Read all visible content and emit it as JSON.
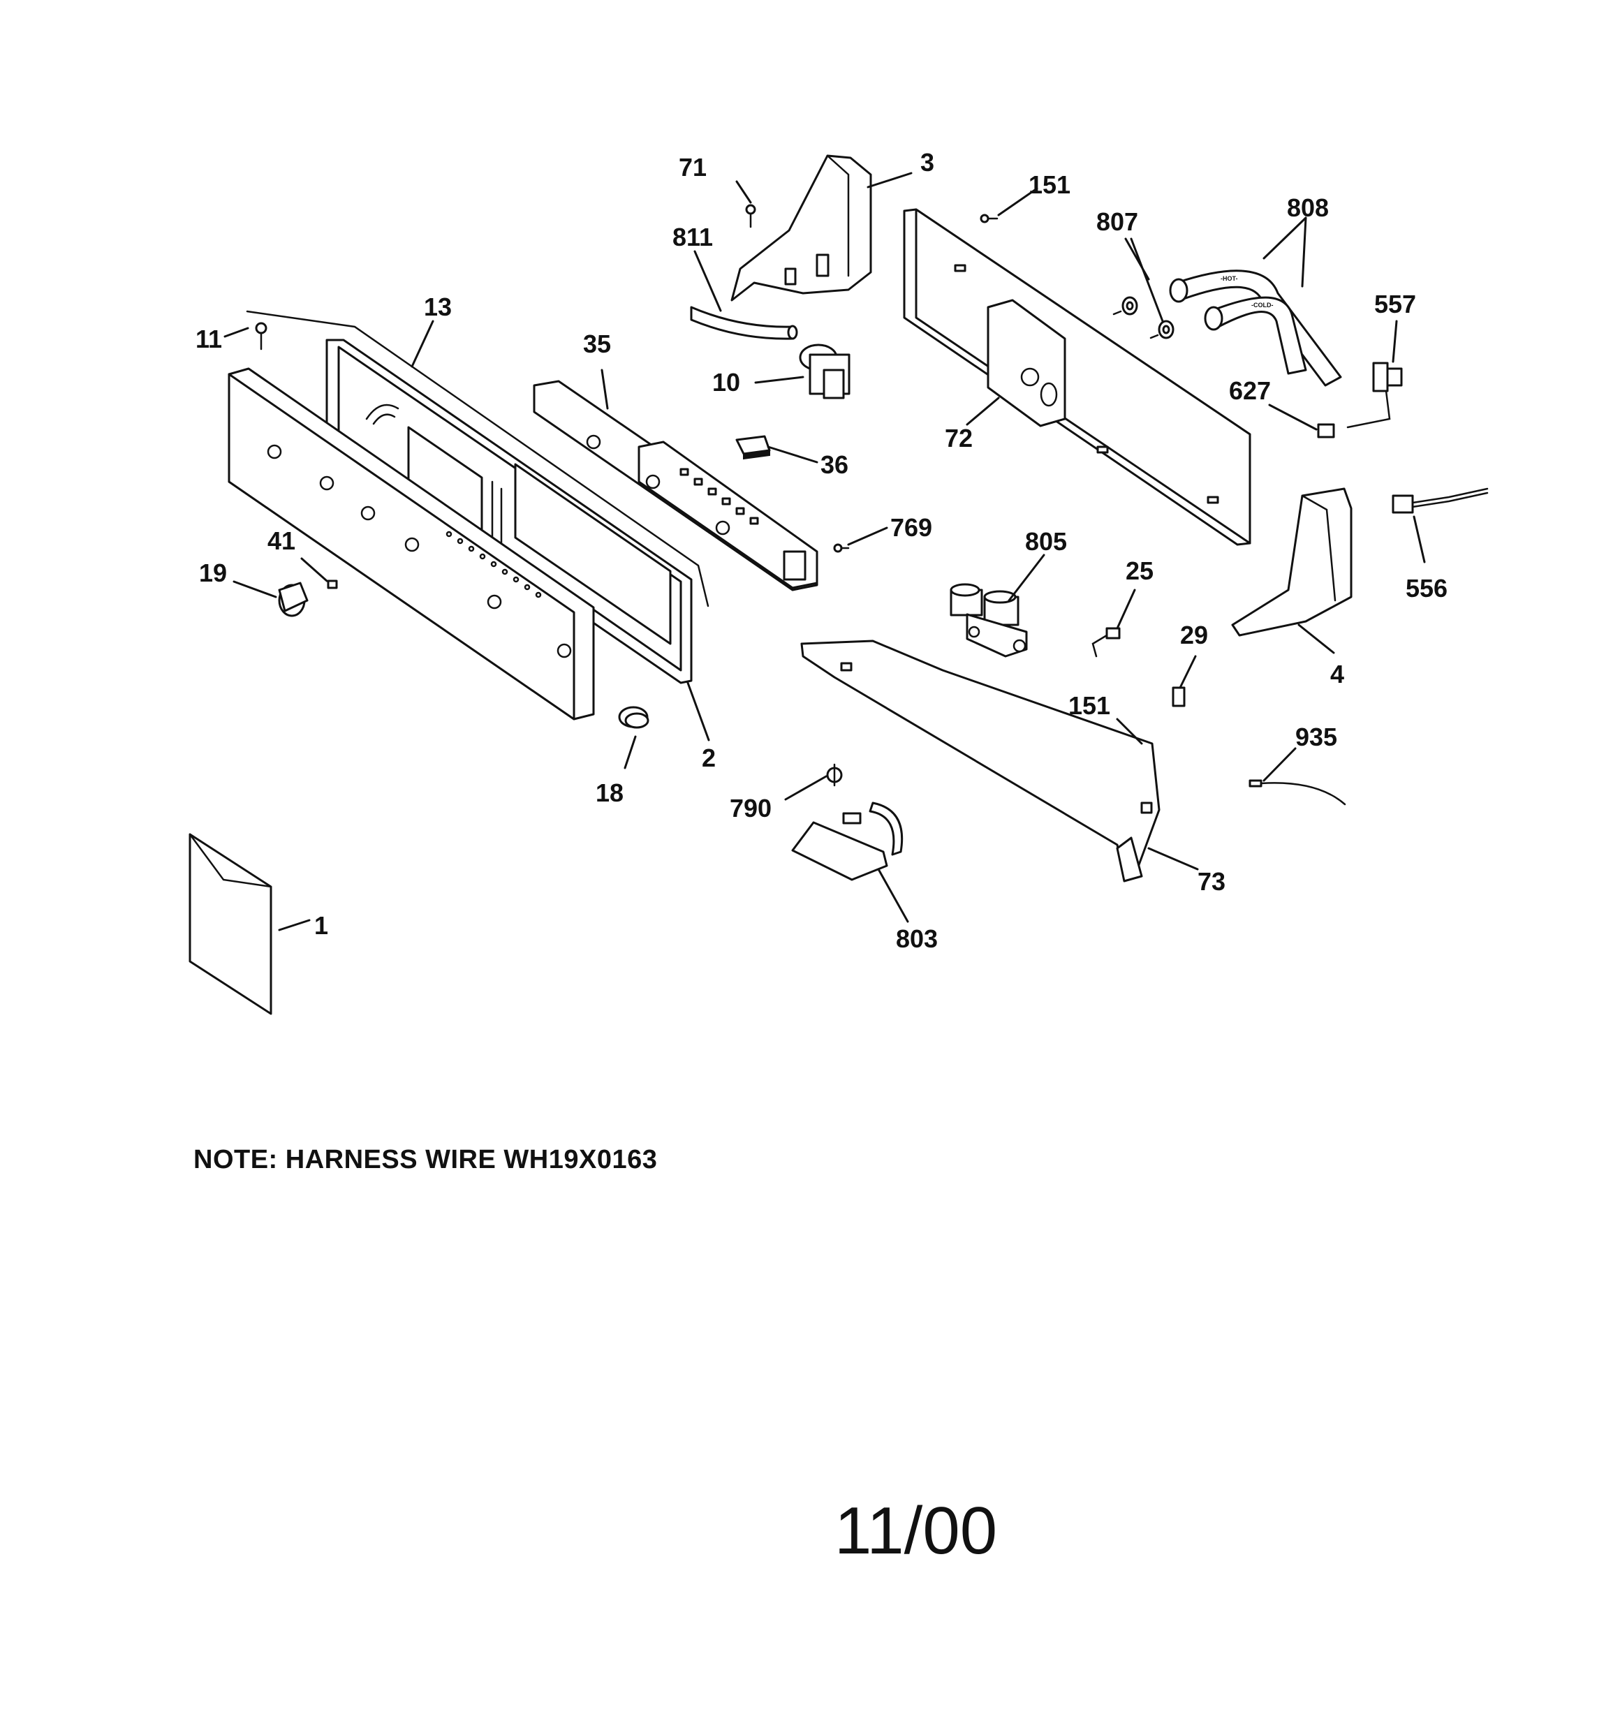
{
  "diagram": {
    "callouts": {
      "c71": "71",
      "c3": "3",
      "c811": "811",
      "c151a": "151",
      "c807": "807",
      "c808": "808",
      "c13": "13",
      "c11": "11",
      "c35": "35",
      "c10": "10",
      "c557": "557",
      "c627": "627",
      "c72": "72",
      "c36": "36",
      "c769": "769",
      "c41": "41",
      "c19": "19",
      "c805": "805",
      "c25": "25",
      "c29": "29",
      "c556": "556",
      "c4": "4",
      "c2": "2",
      "c151b": "151",
      "c18": "18",
      "c790": "790",
      "c935": "935",
      "c73": "73",
      "c1": "1",
      "c803": "803"
    },
    "hose_labels": {
      "hot": "-HOT-",
      "cold": "-COLD-"
    }
  },
  "note": "NOTE: HARNESS WIRE WH19X0163",
  "date": "11/00"
}
